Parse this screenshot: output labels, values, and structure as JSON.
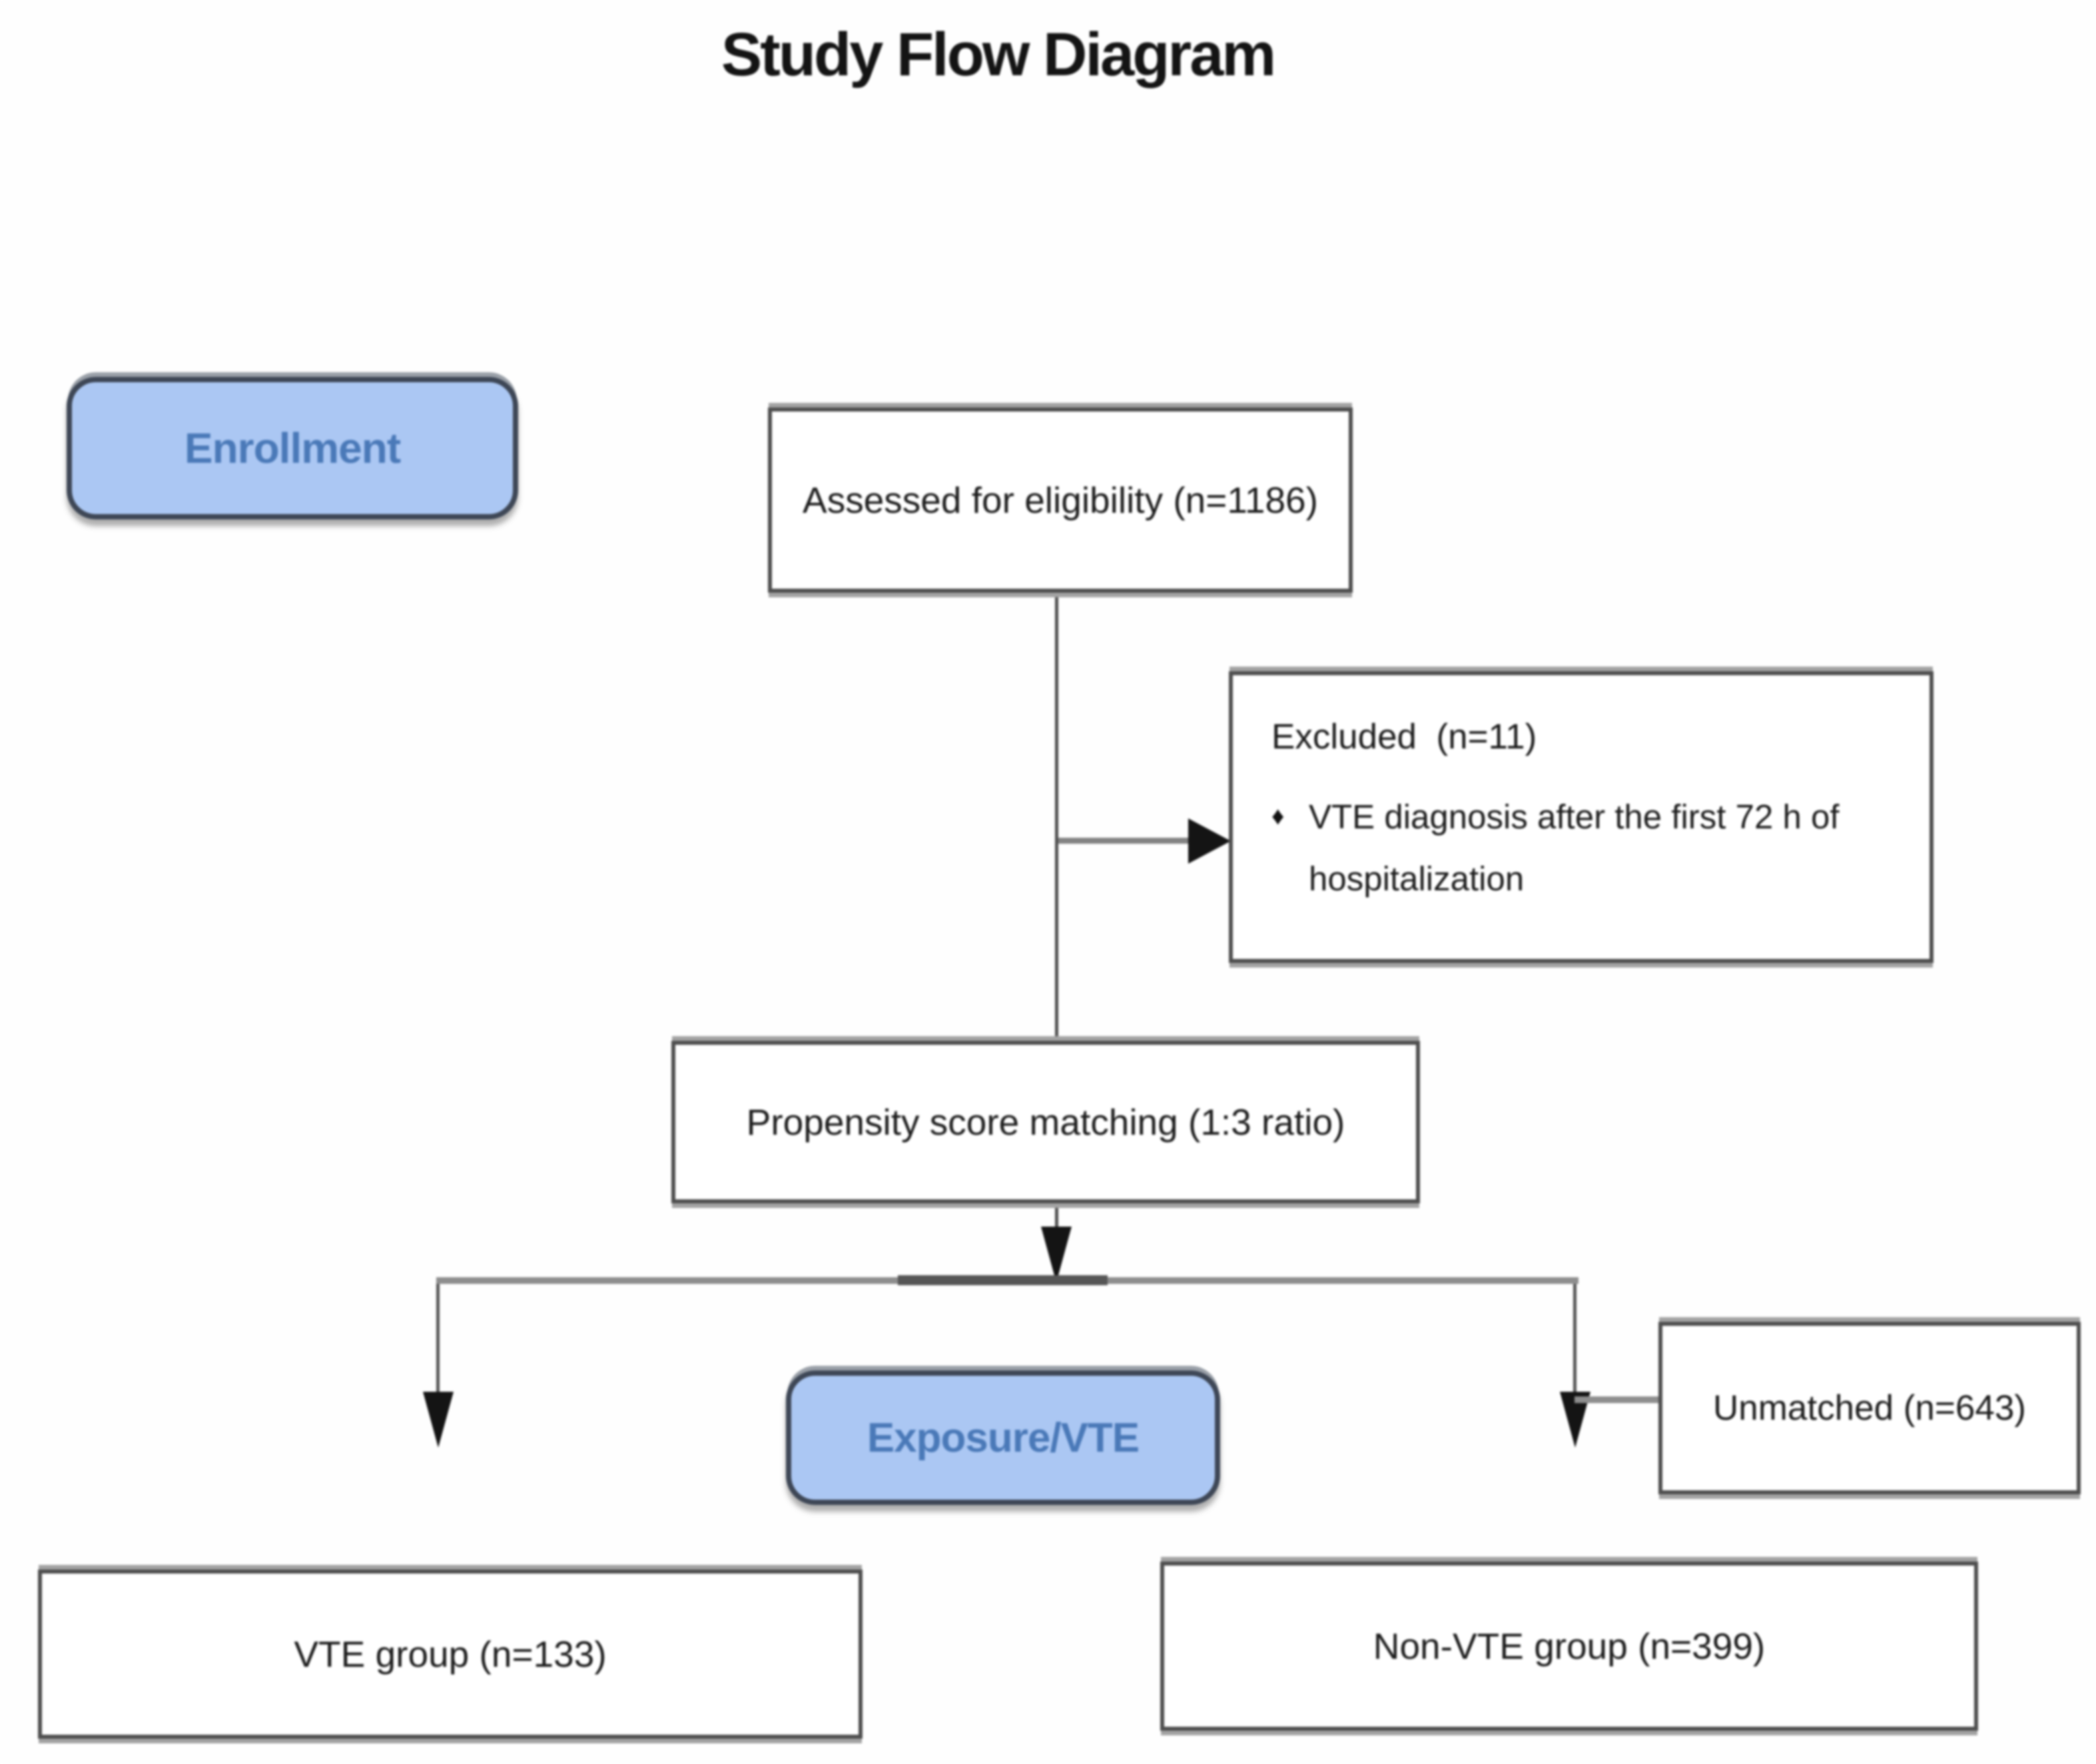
{
  "title": "Study Flow Diagram",
  "stages": {
    "enrollment": {
      "label": "Enrollment"
    },
    "exposure": {
      "label": "Exposure/VTE"
    }
  },
  "boxes": {
    "assessed": {
      "label": "Assessed for eligibility (n=1186)"
    },
    "excluded": {
      "heading": "Excluded  (n=11)",
      "bullet_marker": "♦",
      "bullet_text": "VTE diagnosis after the first 72 h of hospitalization"
    },
    "propensity": {
      "label": "Propensity score matching (1:3 ratio)"
    },
    "unmatched": {
      "label": "Unmatched (n=643)"
    },
    "vte_group": {
      "label": "VTE group (n=133)"
    },
    "non_vte_group": {
      "label": "Non-VTE group (n=399)"
    }
  },
  "flow": [
    {
      "from": "Assessed for eligibility (n=1186)",
      "to": "Excluded (n=11)",
      "type": "arrow-right"
    },
    {
      "from": "Assessed for eligibility (n=1186)",
      "to": "Propensity score matching (1:3 ratio)",
      "type": "line"
    },
    {
      "from": "Propensity score matching (1:3 ratio)",
      "to": "branch",
      "type": "arrow-down"
    },
    {
      "from": "branch",
      "to": "VTE group (n=133)",
      "type": "arrow-down"
    },
    {
      "from": "branch",
      "to": "Non-VTE group (n=399)",
      "type": "arrow-down"
    },
    {
      "from": "branch-right",
      "to": "Unmatched (n=643)",
      "type": "line"
    }
  ],
  "colors": {
    "stage_fill": "#abc7f3",
    "stage_border": "#3e4756",
    "stage_text": "#4a79b8",
    "box_background": "#ffffff",
    "box_border": "#4e4e4e",
    "connector_gray": "#8e8e8e",
    "connector_dark": "#4f4f4f",
    "arrowhead": "#141414",
    "title_text": "#141414",
    "background": "#fefefe"
  }
}
